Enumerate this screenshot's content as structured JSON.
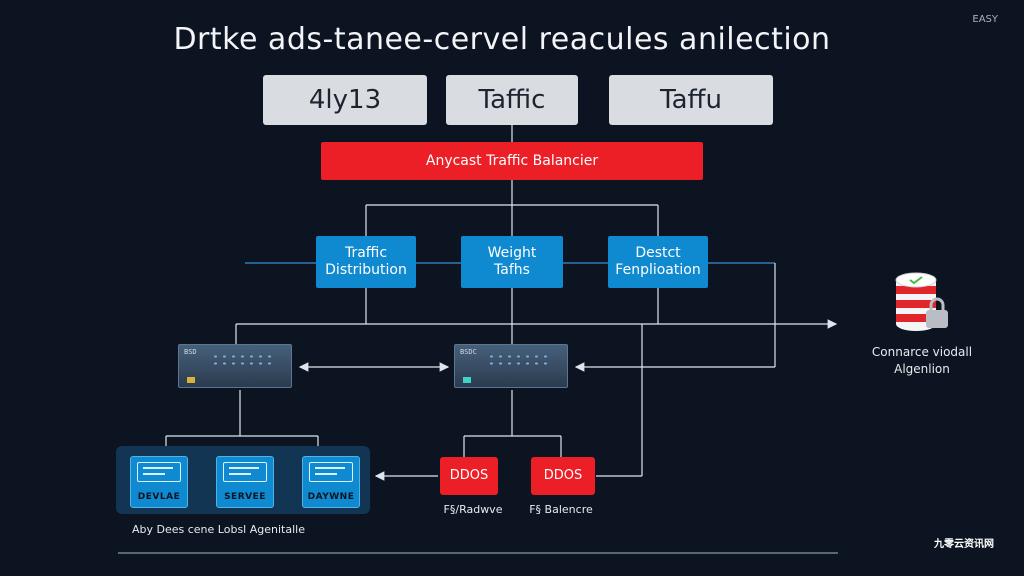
{
  "header": {
    "title": "Drtke ads-tanee-cervel reacules anilection",
    "corner_label": "EASY"
  },
  "top_boxes": [
    {
      "label": "4ly13"
    },
    {
      "label": "Taffic"
    },
    {
      "label": "Taffu"
    }
  ],
  "balancer": {
    "label": "Anycast Traffic Balancier"
  },
  "middle_boxes": [
    {
      "line1": "Traffic",
      "line2": "Distribution"
    },
    {
      "line1": "Weight",
      "line2": "Tafhs"
    },
    {
      "line1": "Destct",
      "line2": "Fenplioation"
    }
  ],
  "routers": [
    {
      "label": "BSD"
    },
    {
      "label": "BSDC"
    }
  ],
  "servers": [
    {
      "label": "DEVLAE"
    },
    {
      "label": "SERVEE"
    },
    {
      "label": "DAYWNE"
    }
  ],
  "server_caption": "Aby Dees cene Lobsl Agenitalle",
  "ddos_boxes": [
    {
      "label": "DDOS",
      "caption": "F§/Radwve"
    },
    {
      "label": "DDOS",
      "caption": "F§ Balencre"
    }
  ],
  "database": {
    "icon": "database-lock-icon",
    "line1": "Connarce viodall",
    "line2": "Algenlion"
  },
  "watermark": "九零云资讯网",
  "colors": {
    "background": "#0b1420",
    "accent_red": "#ec1e26",
    "accent_blue": "#0f8ad1",
    "box_gray": "#d9dde2",
    "line": "#dfe5ec"
  }
}
